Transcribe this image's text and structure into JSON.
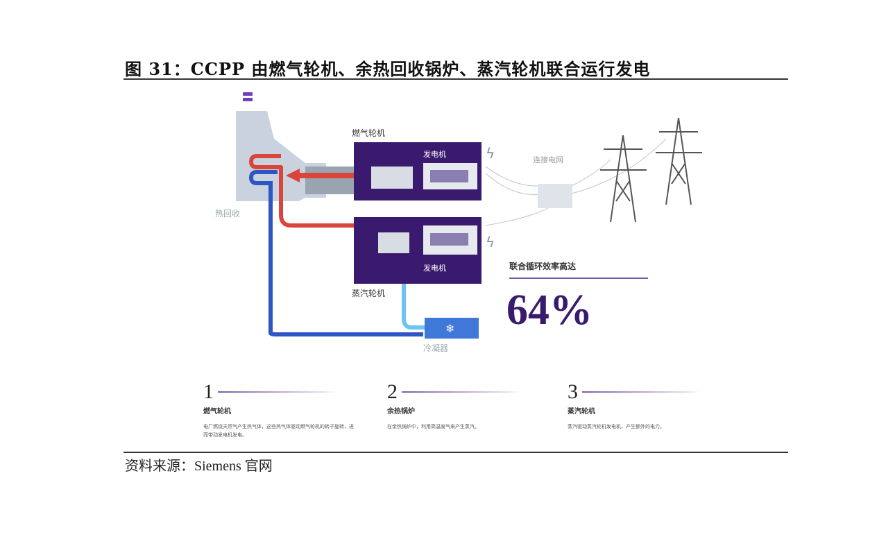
{
  "title": "图 31：CCPP 由燃气轮机、余热回收锅炉、蒸汽轮机联合运行发电",
  "source": "资料来源：Siemens 官网",
  "diagram": {
    "heat_recovery_label": "热回收",
    "gas_turbine_label": "燃气轮机",
    "steam_turbine_label": "蒸汽轮机",
    "generator_label_top": "发电机",
    "generator_label_bottom": "发电机",
    "grid_label": "连接电网",
    "condenser_label": "冷凝器",
    "efficiency_label": "联合循环效率高达",
    "efficiency_value": "64%",
    "colors": {
      "purple": "#3a1a6e",
      "hot": "#d9453a",
      "cold": "#2d55c4",
      "light": "#6cc4f0"
    }
  },
  "steps": [
    {
      "num": "1",
      "heading": "燃气轮机",
      "desc": "电厂燃烧天然气产生热气体，这些热气体驱动燃气轮机的转子旋转，进而带动发电机发电。"
    },
    {
      "num": "2",
      "heading": "余热锅炉",
      "desc": "在余热锅炉中，利用高温废气来产生蒸汽。"
    },
    {
      "num": "3",
      "heading": "蒸汽轮机",
      "desc": "蒸汽驱动蒸汽轮机发电机，产生额外的电力。"
    }
  ]
}
